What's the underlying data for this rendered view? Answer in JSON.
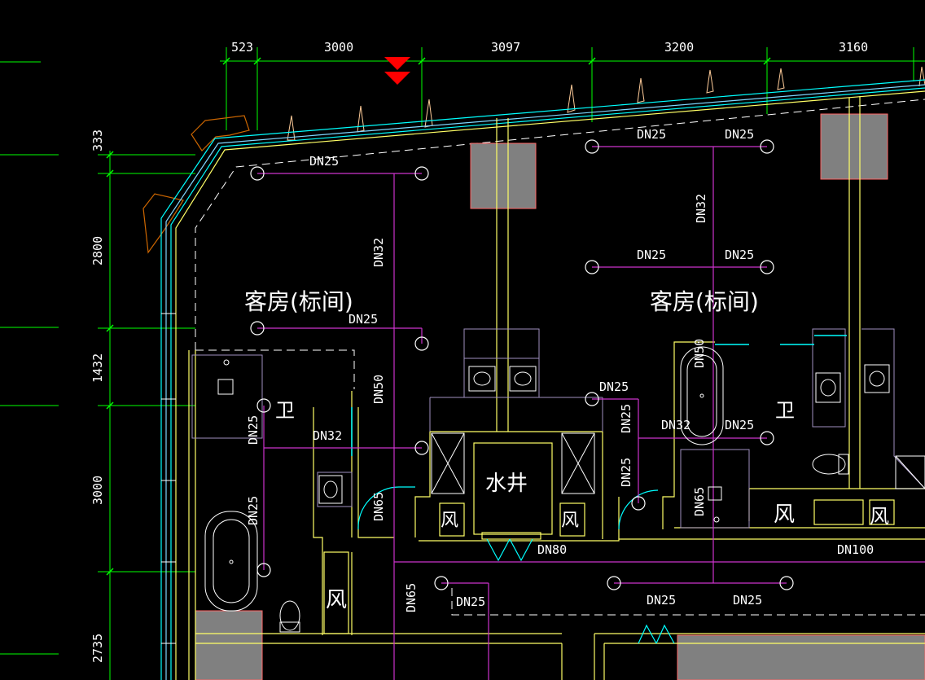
{
  "drawing": {
    "background": "#000000",
    "colors": {
      "dimension": "#00ff00",
      "wall": "#ffff66",
      "pipe": "#cc33cc",
      "window": "#00ffff",
      "facade": "#cc6600",
      "column": "#808080",
      "text": "#ffffff",
      "marker": "#ff0000"
    },
    "top_dimensions": [
      "523",
      "3000",
      "3097",
      "3200",
      "3160"
    ],
    "left_dimensions": [
      "333",
      "2800",
      "1432",
      "3000",
      "2735"
    ],
    "rooms": {
      "guest_room_1": "客房(标间)",
      "guest_room_2": "客房(标间)",
      "bath_1": "卫",
      "bath_2": "卫",
      "water_shaft": "水井",
      "air_shaft": "风"
    },
    "pipe_labels": {
      "p1": "DN25",
      "p2": "DN25",
      "p3": "DN25",
      "p4": "DN25",
      "p5": "DN25",
      "p6": "DN25",
      "p7": "DN25",
      "p8": "DN25",
      "p9": "DN25",
      "p10": "DN25",
      "p11": "DN25",
      "p12": "DN25",
      "p13": "DN25",
      "p14": "DN25",
      "p15": "DN32",
      "p16": "DN32",
      "p17": "DN32",
      "p18": "DN50",
      "p19": "DN65",
      "p20": "DN65",
      "p21": "DN65",
      "p22": "DN80",
      "p23": "DN100",
      "p24": "DN25",
      "p25": "DN50"
    },
    "icons": [
      "section-marker-icon",
      "toilet-icon",
      "bathtub-icon",
      "washbasin-icon",
      "floor-drain-icon",
      "door-swing-icon",
      "sprinkler-head-icon"
    ]
  }
}
